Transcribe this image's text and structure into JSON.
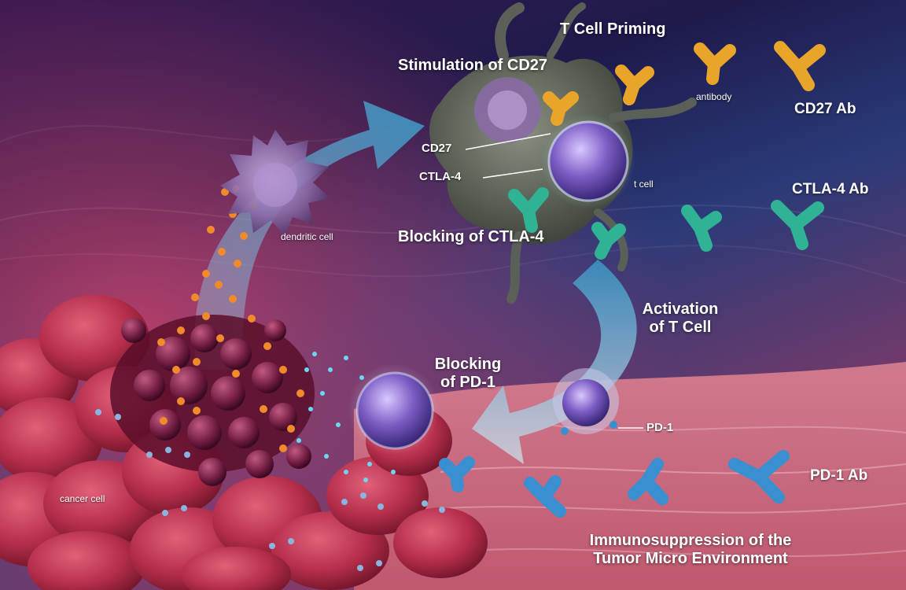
{
  "labels": {
    "t_cell_priming": "T Cell Priming",
    "stimulation_cd27": "Stimulation of CD27",
    "antibody": "antibody",
    "cd27_ab": "CD27 Ab",
    "cd27": "CD27",
    "ctla4": "CTLA-4",
    "t_cell": "t cell",
    "ctla4_ab": "CTLA-4 Ab",
    "blocking_ctla4": "Blocking of CTLA-4",
    "dendritic_cell": "dendritic cell",
    "activation_line1": "Activation",
    "activation_line2": "of T Cell",
    "blocking_pd1_line1": "Blocking",
    "blocking_pd1_line2": "of PD-1",
    "pd1": "PD-1",
    "pd1_ab": "PD-1 Ab",
    "cancer_cell": "cancer cell",
    "immuno_line1": "Immunosuppression of the",
    "immuno_line2": "Tumor Micro Environment"
  },
  "colors": {
    "background_top": "#161240",
    "background_bottom_left": "#a8304f",
    "tumor": "#b8334f",
    "cd27_antibody": "#e8a52a",
    "ctla4_antibody": "#2fb394",
    "pd1_antibody": "#3a8fd0",
    "cell_nucleus": "#7b5cc4",
    "arrow": "#4fa8c8"
  }
}
